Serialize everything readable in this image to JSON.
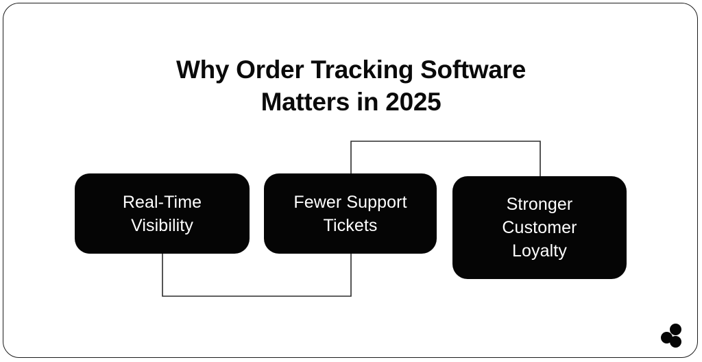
{
  "slide": {
    "background_color": "#ffffff",
    "border_color": "#1b1b1b",
    "title": "Why Order Tracking Software\nMatters in 2025"
  },
  "diagram": {
    "type": "flow",
    "node_fill_color": "#050505",
    "node_text_color": "#ffffff",
    "connector_color": "#2b2b2b",
    "nodes": [
      {
        "id": "real-time-visibility",
        "label": "Real-Time\nVisibility"
      },
      {
        "id": "fewer-support-tickets",
        "label": "Fewer Support\nTickets"
      },
      {
        "id": "stronger-customer-loyalty",
        "label": "Stronger\nCustomer\nLoyalty"
      }
    ],
    "connectors": [
      {
        "from": "real-time-visibility",
        "to": "fewer-support-tickets",
        "route": "bottom"
      },
      {
        "from": "fewer-support-tickets",
        "to": "stronger-customer-loyalty",
        "route": "top"
      }
    ]
  },
  "logo": {
    "name": "three-circle-logo",
    "color": "#050505"
  }
}
